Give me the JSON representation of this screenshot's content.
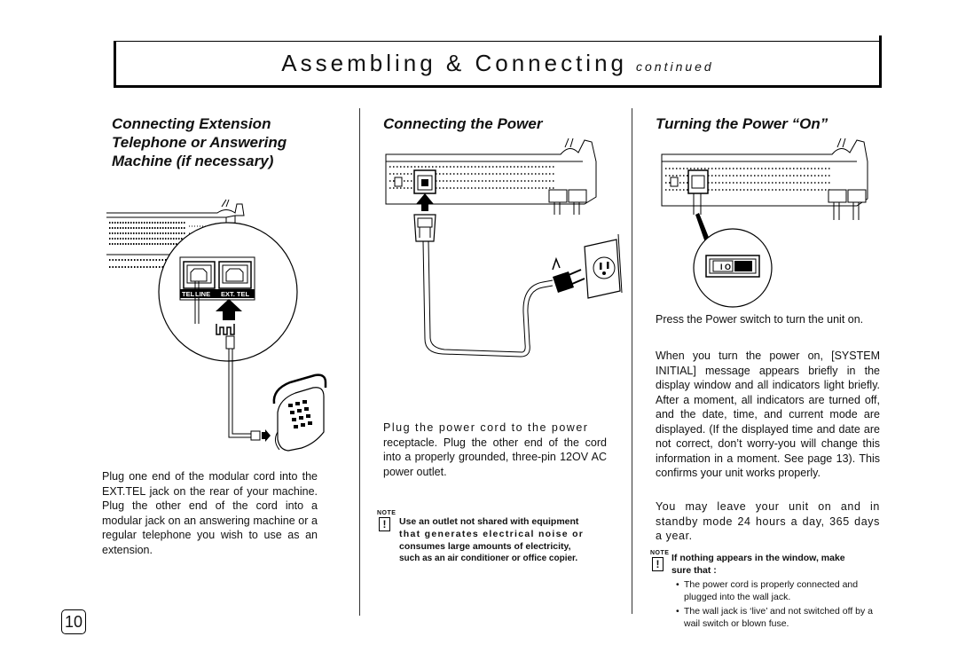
{
  "header": {
    "title": "Assembling & Connecting",
    "continued": "continued"
  },
  "col1": {
    "heading_lines": [
      "Connecting Extension",
      "Telephone or Answering",
      "Machine (if necessary)"
    ],
    "jack_labels": [
      "TEL",
      "LINE",
      "EXT. TEL"
    ],
    "body": "Plug one end of the modular cord into the EXT.TEL jack on the rear of your machine. Plug the other end of the cord into a modular jack on an answering machine or a regular telephone you wish to use as an extension."
  },
  "col2": {
    "heading": "Connecting the Power",
    "body_first": "Plug the power cord to the power",
    "body_rest": "receptacle. Plug the other end of the cord into a properly grounded, three-pin 12OV AC power outlet.",
    "note_tag": "NOTE",
    "note_icon": "!",
    "note_line1": "Use an outlet not shared with equipment",
    "note_line2": "that generates electrical noise or",
    "note_line3": "consumes large amounts of electricity,",
    "note_line4": "such as an air conditioner or office copier."
  },
  "col3": {
    "heading": "Turning the Power “On”",
    "switch_label": "I O",
    "para1": "Press the Power switch to turn the unit on.",
    "para2": "When you turn the power on, [SYSTEM INITIAL] message appears briefly in the display window and all indicators light briefly. After a moment, all indicators are turned off, and the date, time, and current mode are displayed. (If the displayed time and date are not correct, don’t worry-you will change this information in a moment. See page 13). This confirms your unit works properly.",
    "para3": "You may leave your unit on and in standby mode 24 hours a day, 365 days a year.",
    "note_tag": "NOTE",
    "note_icon": "!",
    "note_line1": "If nothing appears in the window, make",
    "note_line2": "sure that :",
    "bullets": [
      "The power cord is properly connected and plugged into the wall jack.",
      "The wall jack is ‘live’ and not switched off by a wail switch or blown fuse."
    ]
  },
  "page_number": "10"
}
